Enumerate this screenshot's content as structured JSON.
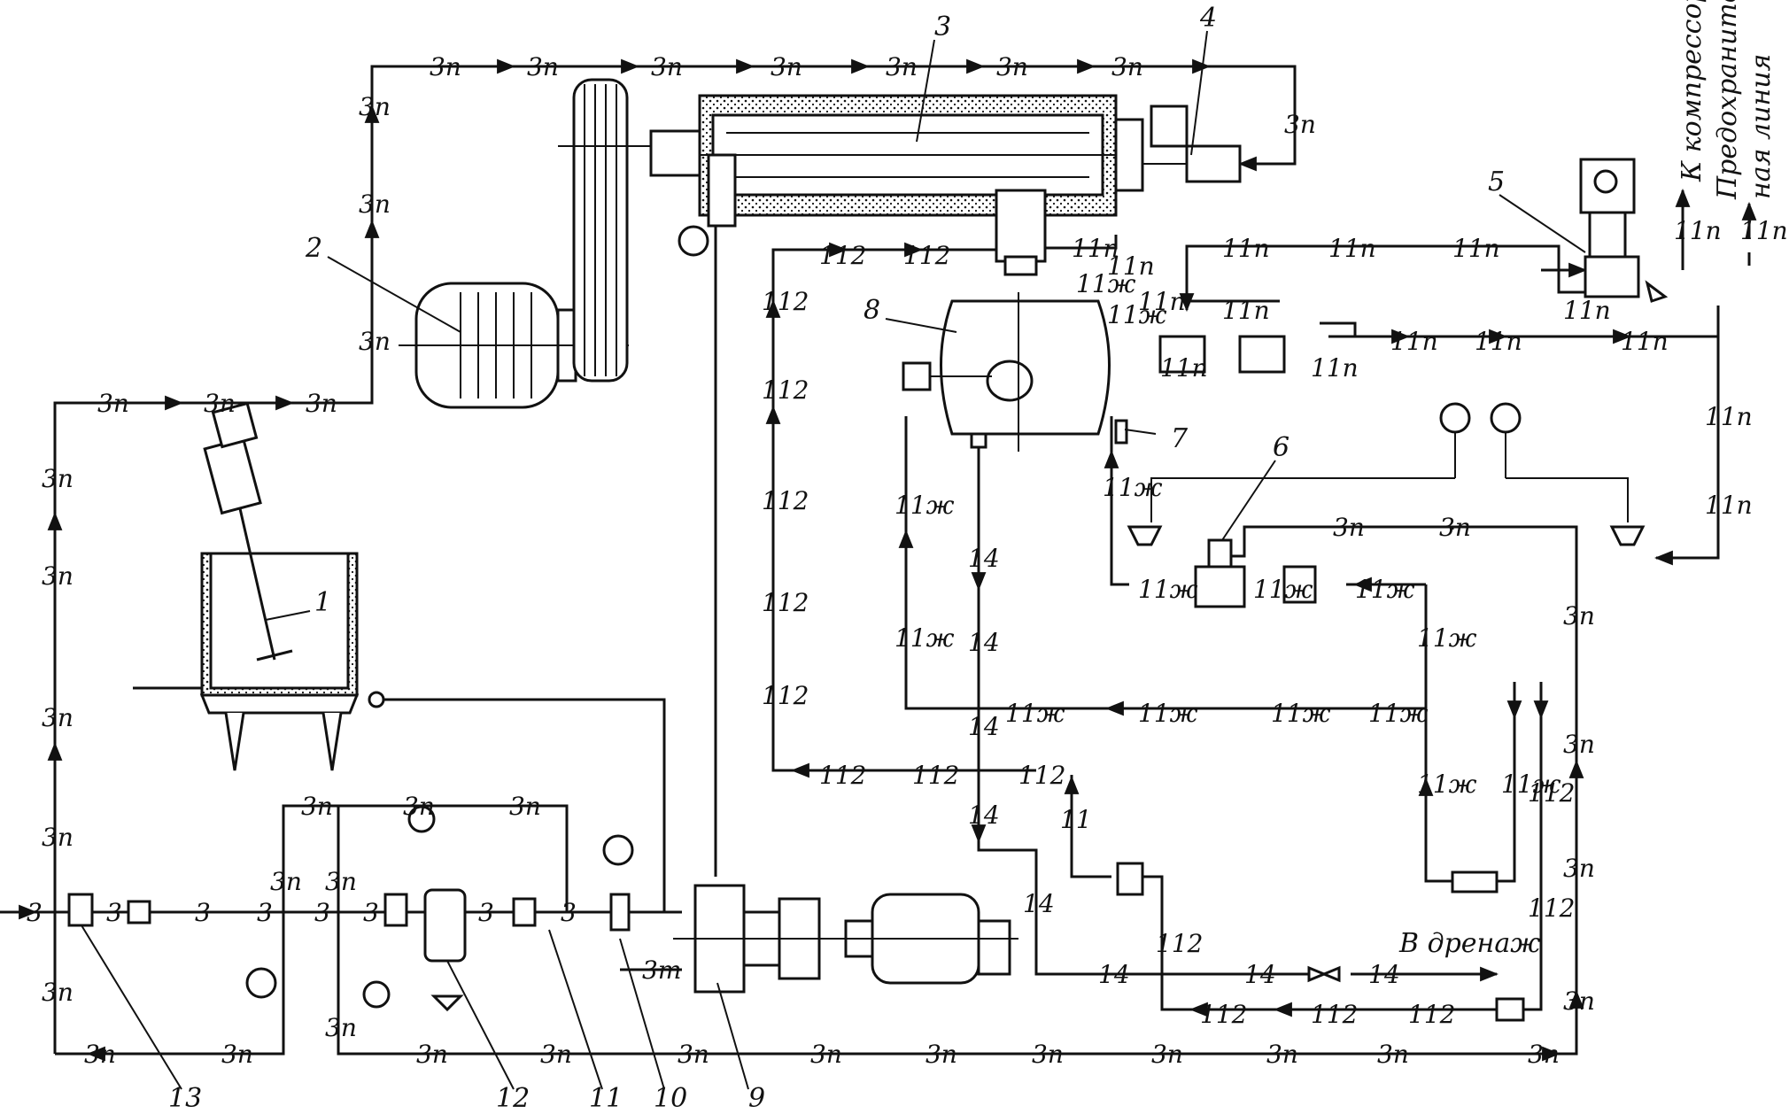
{
  "lines": {
    "steam": "3п",
    "water": "3",
    "water_t": "3т",
    "ammonia_vapor": "11п",
    "ammonia_liquid": "11ж",
    "ammonia_2": "112",
    "ammonia_plain": "11",
    "line_14": "14"
  },
  "annotations": {
    "drain": "В дренаж",
    "to_compressor": "К компрессору",
    "safety_line_1": "Предохранитель-",
    "safety_line_2": "ная линия"
  },
  "callouts": {
    "c1": "1",
    "c2": "2",
    "c3": "3",
    "c4": "4",
    "c5": "5",
    "c6": "6",
    "c7": "7",
    "c8": "8",
    "c9": "9",
    "c10": "10",
    "c11": "11",
    "c12": "12",
    "c13": "13"
  },
  "colors": {
    "ink": "#111111",
    "paper": "#ffffff"
  }
}
